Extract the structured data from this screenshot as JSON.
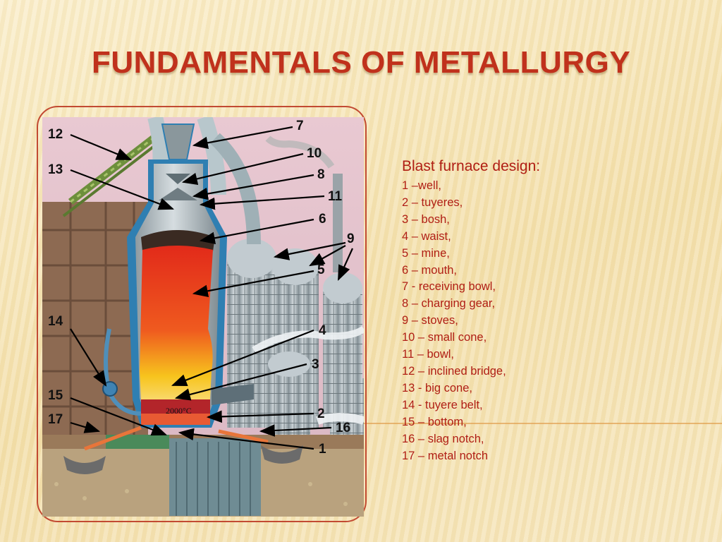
{
  "title": "FUNDAMENTALS OF METALLURGY",
  "legend": {
    "heading": "Blast furnace design:",
    "items": [
      "1 –well,",
      "2 – tuyeres,",
      "3 – bosh,",
      "4 – waist,",
      "5 – mine,",
      "6 – mouth,",
      "7 - receiving bowl,",
      "8 – charging gear,",
      "9 – stoves,",
      "10 – small cone,",
      "11 – bowl,",
      "12 – inclined bridge,",
      "13 -  big cone,",
      "14 -  tuyere belt,",
      "15 – bottom,",
      "16 – slag notch,",
      "17 – metal notch"
    ]
  },
  "diagram": {
    "temperature_label": "2000°C",
    "labels": [
      "1",
      "2",
      "3",
      "4",
      "5",
      "6",
      "7",
      "8",
      "9",
      "10",
      "11",
      "12",
      "13",
      "14",
      "15",
      "16",
      "17"
    ]
  },
  "colors": {
    "title": "#c0311c",
    "legend_text": "#b01e14",
    "frame": "#c24a32",
    "furnace_hot": "#e8341c",
    "furnace_warm": "#f6c21e",
    "steel": "#aeb9bf"
  }
}
